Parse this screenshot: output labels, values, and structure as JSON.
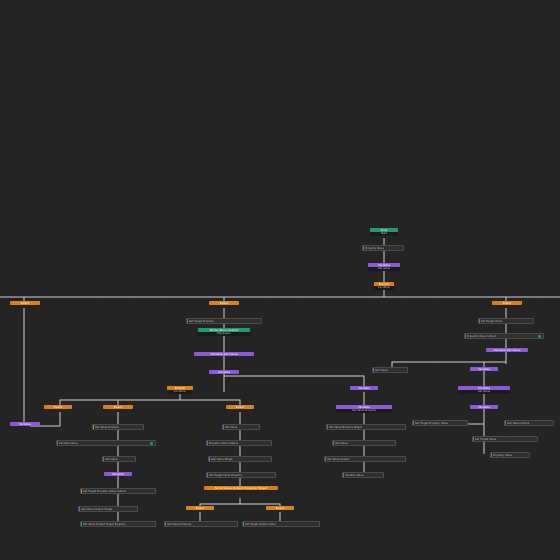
{
  "colors": {
    "background": "#242424",
    "orange": "#d9801a",
    "purple": "#8a59d9",
    "green": "#1f9a6e",
    "edge": "#cfcfcf",
    "field": "#2f2f2f"
  },
  "graph": {
    "root": {
      "title": "Flow",
      "body": "Start"
    },
    "pill_1": "Property  Value",
    "var_1": {
      "title": "Variable",
      "body": "Set Value"
    },
    "branch_main": {
      "title": "Branch",
      "body": "Condition"
    },
    "left_branch": {
      "title": "Event"
    },
    "left_var": {
      "title": "Variable"
    },
    "center_branch": {
      "title": "Event"
    },
    "center_pill_1": "Set  Target  Property",
    "center_green": {
      "title": "Node  Value  Output",
      "body": "Expression"
    },
    "center_var_1": {
      "title": "Variable  Set  Value"
    },
    "center_var_2": {
      "title": "Variable"
    },
    "center_sub": {
      "title": "Branch",
      "body": "Condition"
    },
    "sub_left_a": {
      "title": "Event"
    },
    "sub_left_b": {
      "title": "Event"
    },
    "sub_left_pill_1": "Set  Value  Property",
    "sub_left_pill_2": "Variable  Value",
    "sub_left_pill_3": "Get  Value",
    "sub_left_var": {
      "title": "Variable"
    },
    "sub_left_pill_4": "Set  Target  Property  Value  Output",
    "sub_left_pill_5": "Get  Value  Output  Target",
    "sub_left_pill_6": "Set  Value  Output  Target  Property",
    "sub_mid": {
      "title": "Event"
    },
    "sub_mid_pill_1": "Set  Value",
    "sub_mid_pill_2": "Property  Value  Output",
    "sub_mid_pill_3": "Get  Value  Target",
    "sub_mid_pill_4": "Set  Target  Value  Property",
    "sub_mid_orange": {
      "title": "Node  Value  Output  Property  Target",
      "body": ""
    },
    "sub_mid_a": {
      "title": "Event"
    },
    "sub_mid_b": {
      "title": "Event"
    },
    "sub_mid_pill_5": "Get  Value  Property",
    "sub_mid_pill_6": "Set  Target  Output  Value",
    "right_center": {
      "title": "Variable"
    },
    "right_center_var": {
      "title": "Variable",
      "body": "Set  Value  Property"
    },
    "right_center_pill_1": "Set  Value  Property  Target",
    "right_center_pill_2": "Get  Value",
    "right_center_pill_3": "Set  Value  Output",
    "right_center_pill_4": "Variable  Value",
    "right_branch": {
      "title": "Event"
    },
    "right_pill_1": "Set  Target  Value",
    "right_pill_2": "Property  Value  Output",
    "right_var_1": {
      "title": "Variable  Set  Value"
    },
    "right_pill_3": "Get  Value",
    "right_var_2": {
      "title": "Variable"
    },
    "right_var_3": {
      "title": "Variable",
      "body": "Set  Value"
    },
    "right_pill_4": "Set  Target  Property  Value",
    "right_var_4": {
      "title": "Variable"
    },
    "right_pill_5": "Get  Value  Output",
    "right_pill_6": "Set  Target  Value",
    "right_pill_7": "Property  Value"
  }
}
